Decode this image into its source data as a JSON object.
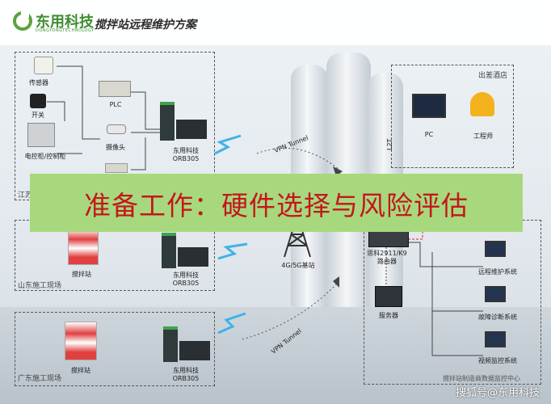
{
  "header": {
    "brand": "东用科技",
    "brand_sub": "DONGYONGTECHNOLOGY",
    "title": "搅拌站远程维护方案"
  },
  "left_top": {
    "box_label": "江苏",
    "sensor": "传感器",
    "switch": "开关",
    "cabinet": "电控柜/控制柜",
    "plc": "PLC",
    "camera": "摄像头",
    "router_line1": "东用科技",
    "router_line2": "ORB305"
  },
  "left_mid": {
    "box_label": "山东施工现场",
    "station": "搅拌站",
    "router_line1": "东用科技",
    "router_line2": "ORB305"
  },
  "left_bot": {
    "box_label": "广东施工现场",
    "station": "搅拌站",
    "router_line1": "东用科技",
    "router_line2": "ORB305"
  },
  "center": {
    "vpn_top": "VPN Tunnel",
    "vpn_bottom": "VPN Tunnel",
    "tower": "4G/5G基站",
    "l2tp": "L2T"
  },
  "right_top": {
    "box_label": "出差酒店",
    "pc": "PC",
    "engineer": "工程师"
  },
  "right_bot": {
    "router_line1": "思科2911/K9",
    "router_line2": "路由器",
    "server": "服务器",
    "remote": "远程维护系统",
    "diagnose": "故障诊断系统",
    "monitor": "视频监控系统",
    "footer": "搅拌站制造商数据监控中心"
  },
  "banner": {
    "text": "准备工作：硬件选择与风险评估"
  },
  "watermark": "搜狐号@东用科技",
  "colors": {
    "brand_green": "#3f8d2f",
    "banner_bg": "#a7d87d",
    "banner_text": "#c4161c",
    "signal_blue": "#3fb3e6"
  }
}
